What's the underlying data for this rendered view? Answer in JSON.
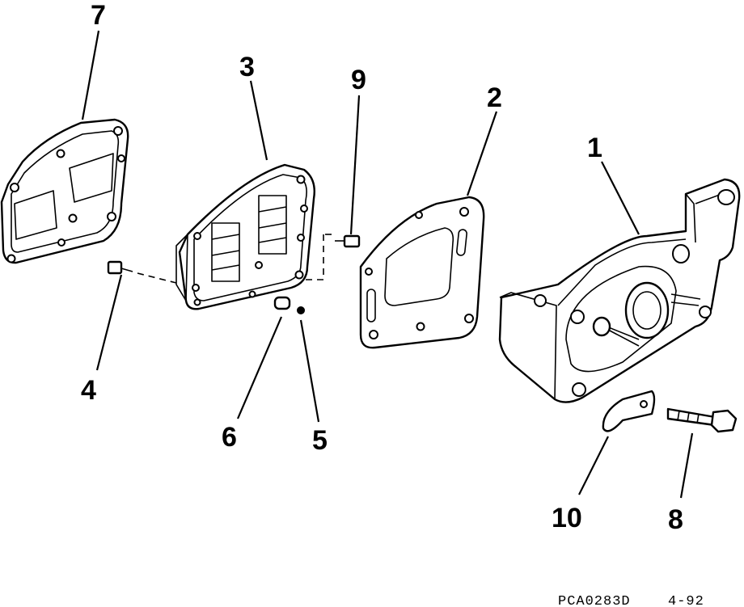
{
  "callouts": {
    "c1": "1",
    "c2": "2",
    "c3": "3",
    "c4": "4",
    "c5": "5",
    "c6": "6",
    "c7": "7",
    "c8": "8",
    "c9": "9",
    "c10": "10"
  },
  "footer": {
    "drawing_code": "PCA0283D",
    "date": "4-92"
  }
}
